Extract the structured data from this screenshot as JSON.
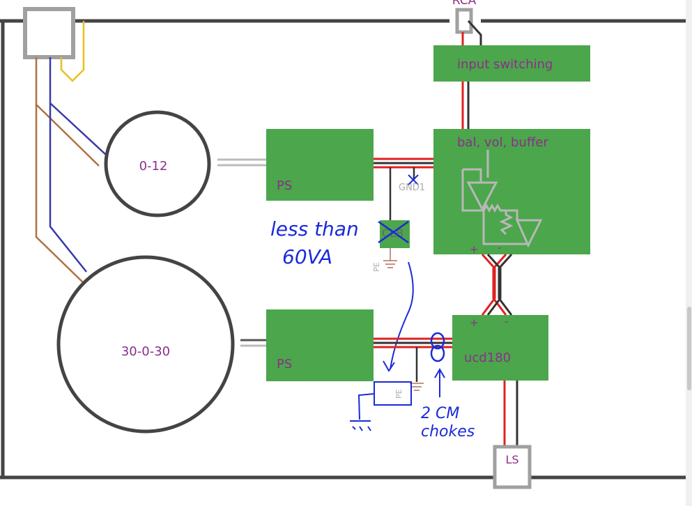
{
  "labels": {
    "rca": "RCA",
    "input_switching": "input switching",
    "bal_vol_buffer": "bal, vol, buffer",
    "transformer_small": "0-12",
    "transformer_large": "30-0-30",
    "ps_upper": "PS",
    "ps_lower": "PS",
    "gnd1": "GND1",
    "clb": "CLB",
    "pe_upper": "PE",
    "pe_lower": "PE",
    "ucd180": "ucd180",
    "ls": "LS",
    "plus_upper": "+",
    "minus_upper": "-",
    "plus_lower": "+",
    "minus_lower": "-"
  },
  "annotations": {
    "less_than_line1": "less than",
    "less_than_line2": "60VA",
    "chokes_line1": "2 CM",
    "chokes_line2": "chokes"
  },
  "colors": {
    "green": "#4ca64c",
    "enclosure": "#444444",
    "label_purple": "#8a2f8a",
    "wire_red": "#e02020",
    "wire_black": "#333333",
    "wire_blue": "#3a3aa8",
    "wire_brown": "#b07040",
    "wire_yellow": "#e8c020",
    "ink_blue": "#1a2ad8",
    "gray_symbol": "#b8b8b8"
  }
}
